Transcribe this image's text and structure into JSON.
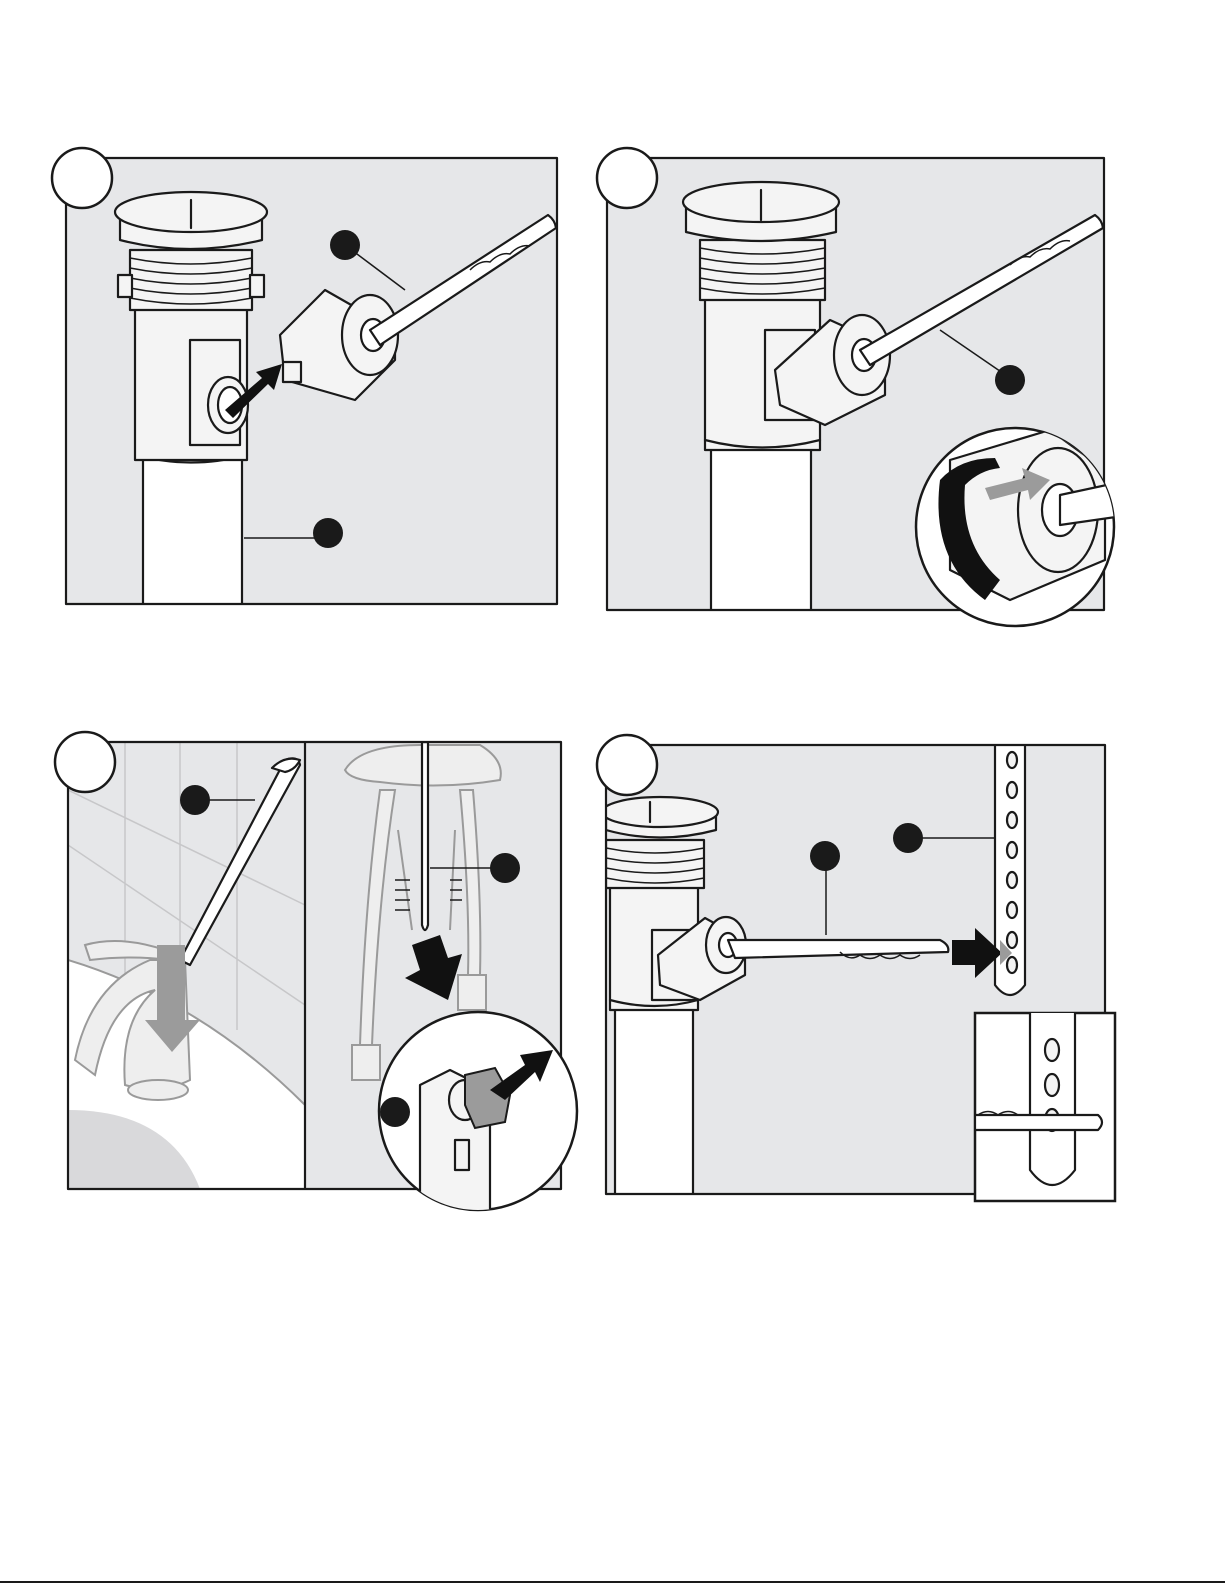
{
  "colors": {
    "panel_background": "#e6e7e9",
    "line": "#1a1a1a",
    "callout_dot": "#1a1a1a",
    "arrow_black": "#111111",
    "arrow_gray": "#9b9b9b",
    "faint_part": "#9a9a9a"
  },
  "steps": [
    {
      "callouts": 2
    },
    {
      "callouts": 1
    },
    {
      "callouts": 3
    },
    {
      "callouts": 2
    }
  ]
}
